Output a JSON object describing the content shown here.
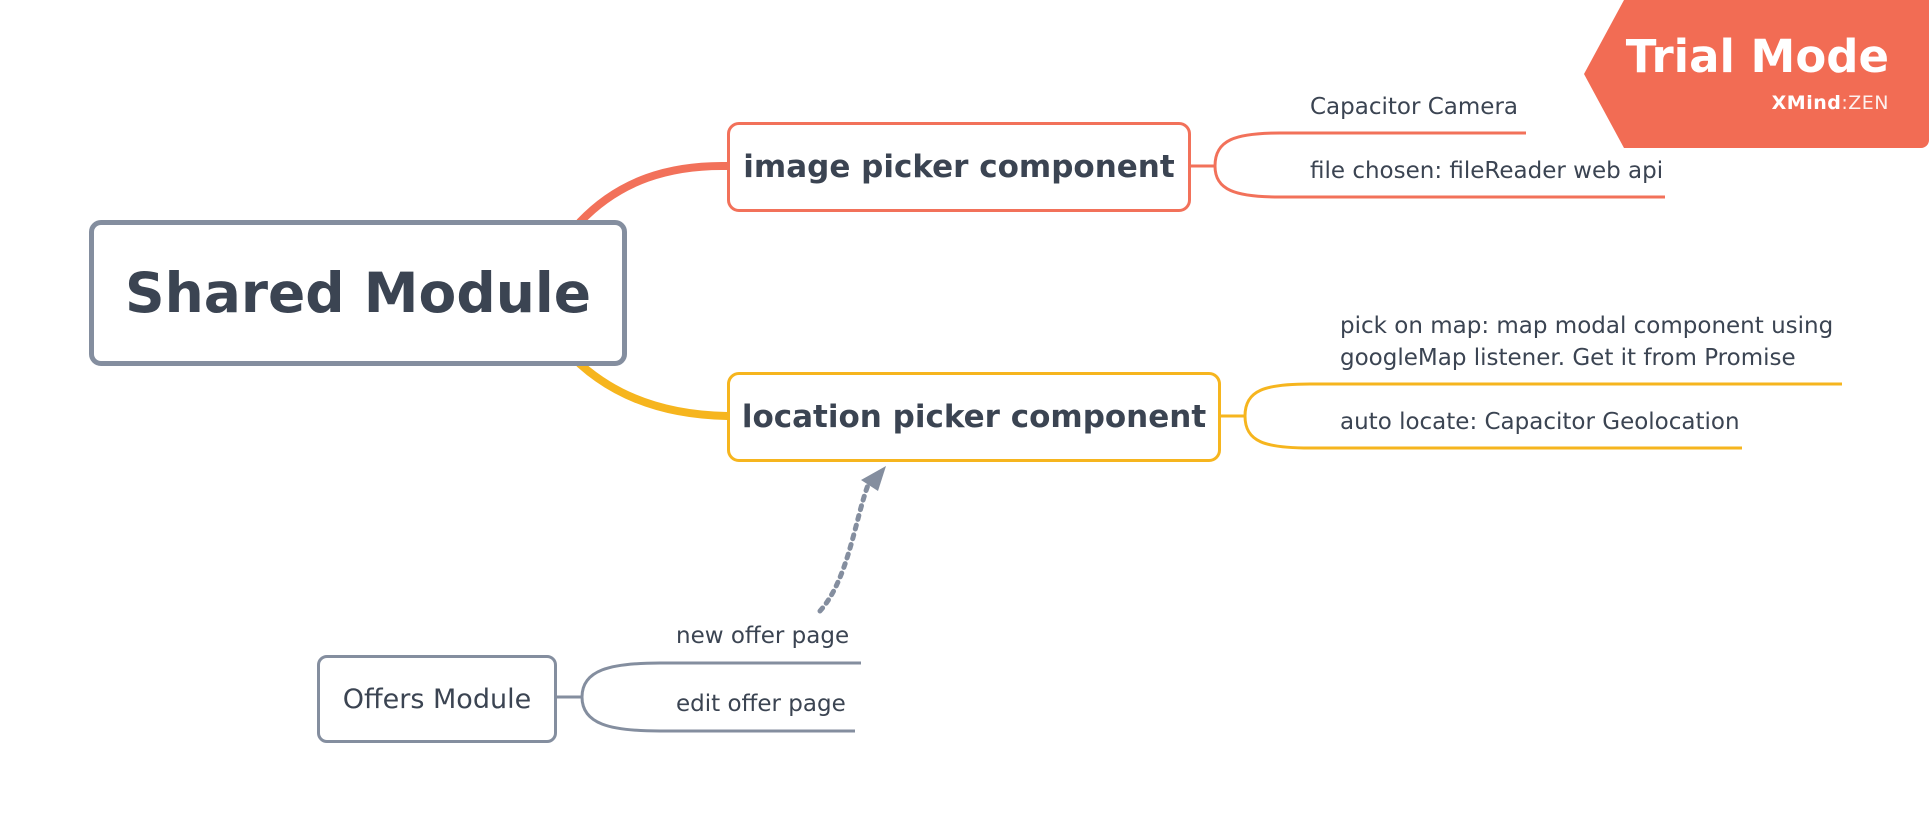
{
  "central": {
    "label": "Shared Module"
  },
  "branches": [
    {
      "label": "image picker component",
      "color": "#f2715a",
      "children": [
        "Capacitor Camera",
        "file chosen: fileReader web api"
      ]
    },
    {
      "label": "location picker component",
      "color": "#f6b51e",
      "children": [
        "pick on map: map modal component using googleMap listener. Get it from Promise",
        "auto locate: Capacitor Geolocation"
      ]
    }
  ],
  "floating": {
    "label": "Offers Module",
    "color": "#848e9f",
    "children": [
      "new offer page",
      "edit offer page"
    ],
    "relationship": {
      "from": "new offer page",
      "to": "location picker component",
      "style": "dotted-arrow"
    }
  },
  "watermark": {
    "title": "Trial Mode",
    "brand": "XMind",
    "separator": ":",
    "edition": "ZEN",
    "color": "#f26c54"
  }
}
